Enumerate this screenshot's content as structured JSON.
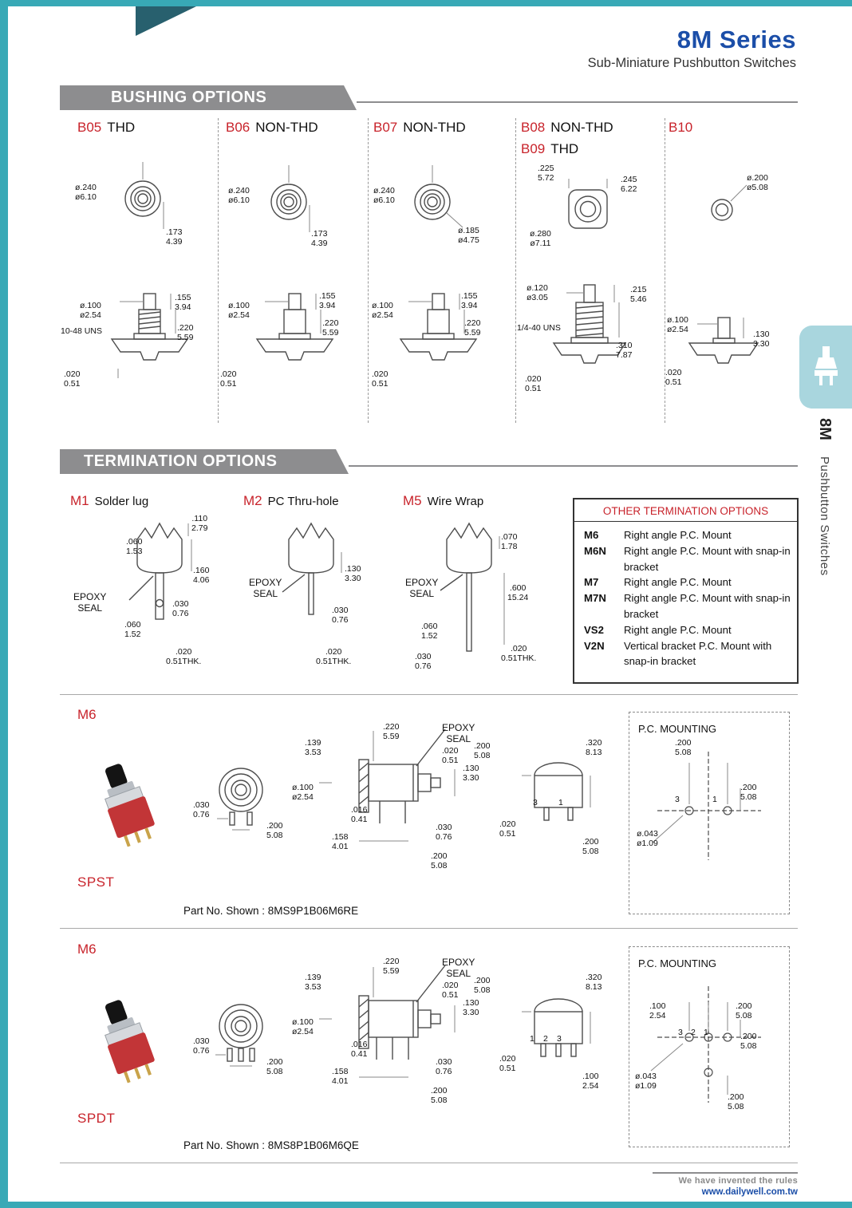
{
  "header": {
    "series": "8M Series",
    "subtitle": "Sub-Miniature Pushbutton Switches"
  },
  "side": {
    "series": "8M",
    "label": "Pushbutton  Switches"
  },
  "footer": {
    "tagline": "We have invented the rules",
    "url": "www.dailywell.com.tw"
  },
  "bushing": {
    "bar": "BUSHING  OPTIONS",
    "b05": {
      "code": "B05",
      "thd": "THD",
      "d": [
        "ø.240|ø6.10",
        ".173|4.39",
        "ø.100|ø2.54",
        ".155|3.94",
        "10-48 UNS",
        ".220|5.59",
        ".020|0.51"
      ]
    },
    "b06": {
      "code": "B06",
      "thd": "NON-THD",
      "d": [
        "ø.240|ø6.10",
        ".173|4.39",
        "ø.100|ø2.54",
        ".155|3.94",
        ".220|5.59",
        ".020|0.51"
      ]
    },
    "b07": {
      "code": "B07",
      "thd": "NON-THD",
      "d": [
        "ø.240|ø6.10",
        "ø.185|ø4.75",
        "ø.100|ø2.54",
        ".155|3.94",
        ".220|5.59",
        ".020|0.51"
      ]
    },
    "b08": {
      "code": "B08",
      "thd": "NON-THD",
      "code2": "B09",
      "thd2": "THD",
      "d": [
        ".225|5.72",
        ".245|6.22",
        "ø.280|ø7.11",
        "ø.120|ø3.05",
        ".215|5.46",
        "1/4-40 UNS",
        ".310|7.87",
        ".020|0.51"
      ]
    },
    "b10": {
      "code": "B10",
      "d": [
        "ø.200|ø5.08",
        "ø.100|ø2.54",
        ".130|3.30",
        ".020|0.51"
      ]
    }
  },
  "term": {
    "bar": "TERMINATION OPTIONS",
    "m1": {
      "code": "M1",
      "name": "Solder lug",
      "d": [
        ".110|2.79",
        ".060|1.53",
        ".160|4.06",
        "EPOXY|SEAL",
        ".030|0.76",
        ".060|1.52",
        ".020|0.51THK."
      ]
    },
    "m2": {
      "code": "M2",
      "name": "PC Thru-hole",
      "d": [
        ".130|3.30",
        "EPOXY|SEAL",
        ".030|0.76",
        ".020|0.51THK."
      ]
    },
    "m5": {
      "code": "M5",
      "name": "Wire Wrap",
      "d": [
        ".070|1.78",
        "EPOXY|SEAL",
        ".600|15.24",
        ".060|1.52",
        ".030|0.76",
        ".020|0.51THK."
      ]
    },
    "other": {
      "title": "OTHER TERMINATION OPTIONS",
      "rows": [
        {
          "code": "M6",
          "text": "Right angle P.C. Mount"
        },
        {
          "code": "M6N",
          "text": "Right angle P.C. Mount with snap-in bracket"
        },
        {
          "code": "M7",
          "text": "Right angle P.C. Mount"
        },
        {
          "code": "M7N",
          "text": "Right angle P.C. Mount with snap-in bracket"
        },
        {
          "code": "VS2",
          "text": "Right angle P.C. Mount"
        },
        {
          "code": "V2N",
          "text": "Vertical bracket P.C. Mount with snap-in bracket"
        }
      ]
    }
  },
  "spst": {
    "code": "M6",
    "pole": "SPST",
    "part": "Part No. Shown : 8MS9P1B06M6RE",
    "pc_title": "P.C. MOUNTING",
    "d": [
      ".030|0.76",
      ".200|5.08",
      ".139|3.53",
      ".220|5.59",
      "EPOXY|SEAL",
      ".020|0.51",
      ".130|3.30",
      "ø.100|ø2.54",
      ".016|0.41",
      ".030|0.76",
      ".158|4.01",
      ".200|5.08",
      ".200|5.08",
      ".320|8.13",
      ".020|0.51",
      ".200|5.08"
    ],
    "pins": [
      "3",
      "1"
    ],
    "pc": [
      ".200|5.08",
      ".200|5.08",
      "ø.043|ø1.09"
    ],
    "pc_pins": [
      "3",
      "1"
    ]
  },
  "spdt": {
    "code": "M6",
    "pole": "SPDT",
    "part": "Part No. Shown : 8MS8P1B06M6QE",
    "pc_title": "P.C. MOUNTING",
    "d": [
      ".030|0.76",
      ".200|5.08",
      ".139|3.53",
      ".220|5.59",
      "EPOXY|SEAL",
      ".020|0.51",
      ".130|3.30",
      "ø.100|ø2.54",
      ".016|0.41",
      ".030|0.76",
      ".158|4.01",
      ".200|5.08",
      ".200|5.08",
      ".320|8.13",
      ".020|0.51",
      ".100|2.54"
    ],
    "pins": [
      "1",
      "2",
      "3"
    ],
    "pc": [
      ".100|2.54",
      ".200|5.08",
      ".200|5.08",
      "ø.043|ø1.09",
      ".200|5.08"
    ],
    "pc_pins": [
      "3",
      "2",
      "1"
    ]
  }
}
